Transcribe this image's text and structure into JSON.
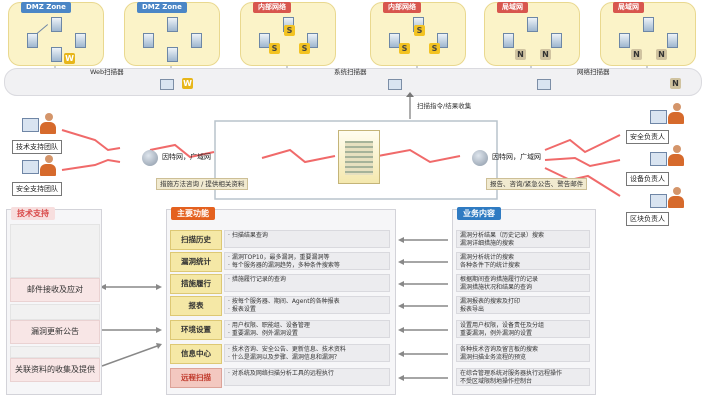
{
  "zones": [
    {
      "label": "DMZ Zone",
      "tag_color": "#4b86c6",
      "badge": "W"
    },
    {
      "label": "DMZ Zone",
      "tag_color": "#4b86c6",
      "badge": ""
    },
    {
      "label": "内部网络",
      "tag_color": "#d8564e",
      "badge": "S"
    },
    {
      "label": "内部网络",
      "tag_color": "#d8564e",
      "badge": "S"
    },
    {
      "label": "局域网",
      "tag_color": "#d8564e",
      "badge": "N"
    },
    {
      "label": "局域网",
      "tag_color": "#d8564e",
      "badge": "N"
    }
  ],
  "scanners": {
    "web_label": "Web扫描器",
    "system_label": "系统扫描器",
    "network_label": "网络扫描器",
    "command_label": "扫描指令/结果收集"
  },
  "left_roles": [
    "技术支持团队",
    "安全支持团队"
  ],
  "right_roles": [
    "安全负责人",
    "设备负责人",
    "区块负责人"
  ],
  "wan": {
    "left_label": "因特网，广域网",
    "right_label": "因特网，广域网",
    "left_note": "措施方法咨询 / 提供相关资料",
    "right_note": "报告、咨询/紧急公告、警告邮件"
  },
  "support": {
    "title": "技术支持",
    "items": [
      "邮件接收及应对",
      "漏洞更新公告",
      "关联资料的收集及提供"
    ]
  },
  "functions": {
    "title": "主要功能",
    "rows": [
      {
        "label": "扫描历史",
        "desc": [
          "· 扫描结果查询"
        ],
        "highlight": false
      },
      {
        "label": "漏洞统计",
        "desc": [
          "· 漏洞TOP10，最多漏洞，重要漏洞等",
          "· 每个服务器的漏洞趋势，多种条件搜索等"
        ],
        "highlight": false
      },
      {
        "label": "措施履行",
        "desc": [
          "· 措施履行记录的查询"
        ],
        "highlight": false
      },
      {
        "label": "报表",
        "desc": [
          "· 按每个服务器、期间、Agent的各种报表",
          "· 报表设置"
        ],
        "highlight": false
      },
      {
        "label": "环境设置",
        "desc": [
          "· 用户权限、职能组、设备管理",
          "· 重要漏洞、例外漏洞设置"
        ],
        "highlight": false
      },
      {
        "label": "信息中心",
        "desc": [
          "· 技术咨询、安全公告、更新信息、技术资料",
          "· 什么是漏洞以及步骤、漏洞信息和漏洞？"
        ],
        "highlight": false
      },
      {
        "label": "远程扫描",
        "desc": [
          "· 对系统及网络扫描分析工具的远程执行"
        ],
        "highlight": true
      }
    ]
  },
  "business": {
    "title": "业务内容",
    "rows": [
      [
        "漏洞分析结果（历史记录）搜索",
        "漏洞详细措施的搜索"
      ],
      [
        "漏洞分析统计的搜索",
        "各种条件下的统计搜索"
      ],
      [
        "根据期间查询措施履行的记录",
        "漏洞措施状况和结果的查询"
      ],
      [
        "漏洞报表的搜索及打印",
        "报表导出"
      ],
      [
        "设置用户权限，设备责任及分组",
        "重要漏洞，例外漏洞的设置"
      ],
      [
        "各种技术咨询及留言板的搜索",
        "漏洞扫描业务流程的预览"
      ],
      [
        "在综合管理系统对服务器执行远程操作",
        "不受区域限制地操作控制台"
      ]
    ]
  },
  "colors": {
    "support_title": "#d94b4b",
    "function_title": "#e4611f",
    "business_title": "#2f7bc2",
    "arrow": "#888888",
    "lightning": "#f06a6a"
  }
}
